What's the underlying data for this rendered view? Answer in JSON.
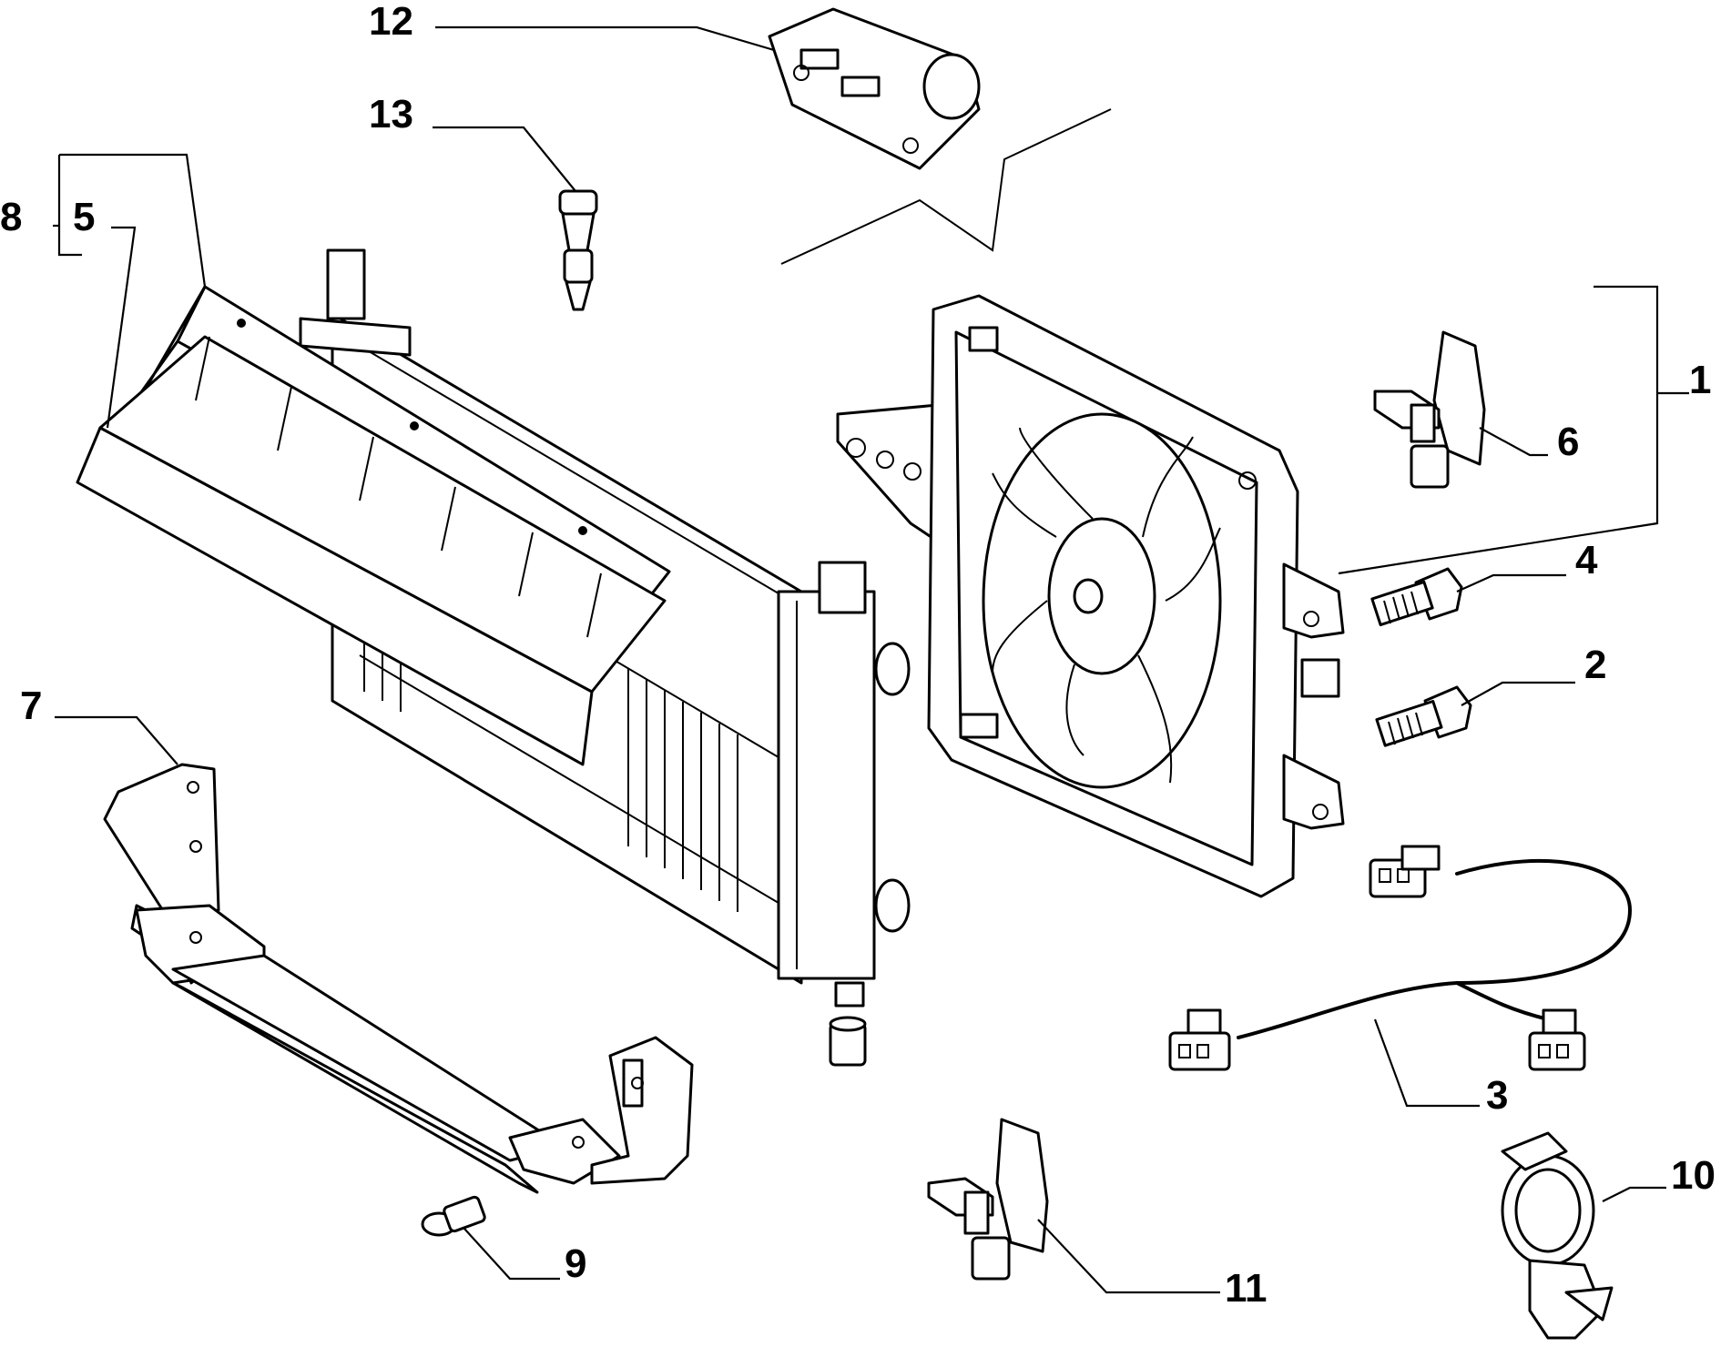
{
  "diagram": {
    "labels": {
      "p1": "1",
      "p2": "2",
      "p3": "3",
      "p4": "4",
      "p5": "5",
      "p6": "6",
      "p7": "7",
      "p8": "8",
      "p9": "9",
      "p10": "10",
      "p11": "11",
      "p12": "12",
      "p13": "13"
    }
  }
}
